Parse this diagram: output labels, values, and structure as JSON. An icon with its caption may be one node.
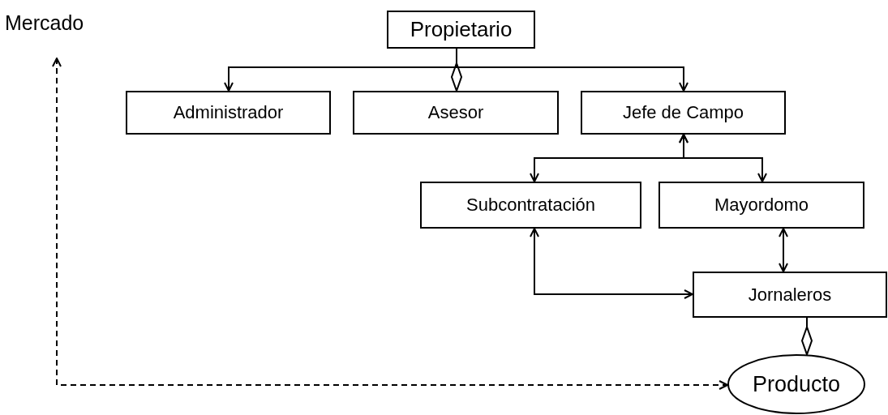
{
  "diagram": {
    "nodes": [
      {
        "text": [
          "Propietario"
        ]
      },
      {
        "text": [
          "Administrador"
        ]
      },
      {
        "text": [
          "Asesor"
        ]
      },
      {
        "text": [
          "Jefe de Campo"
        ]
      },
      {
        "text": [
          "Subcontratación"
        ]
      },
      {
        "text": [
          "Mayordomo"
        ]
      },
      {
        "text": [
          "Jornaleros"
        ]
      },
      {
        "text": [
          "Producto"
        ]
      },
      {
        "text": [
          "Mercado"
        ]
      }
    ],
    "edges": [
      {
        "from": 0,
        "to": 1,
        "arrow": "to"
      },
      {
        "from": 0,
        "to": 2,
        "arrow": "other"
      },
      {
        "from": 0,
        "to": 3,
        "arrow": "to"
      },
      {
        "from": 3,
        "to": 4,
        "arrow": "both"
      },
      {
        "from": 3,
        "to": 5,
        "arrow": "both"
      },
      {
        "from": 4,
        "to": 6,
        "arrow": "both"
      },
      {
        "from": 5,
        "to": 6,
        "arrow": "both"
      },
      {
        "from": 6,
        "to": 7,
        "arrow": "other"
      },
      {
        "from": 8,
        "to": 7,
        "arrow": "both",
        "style": "dashed"
      }
    ]
  }
}
